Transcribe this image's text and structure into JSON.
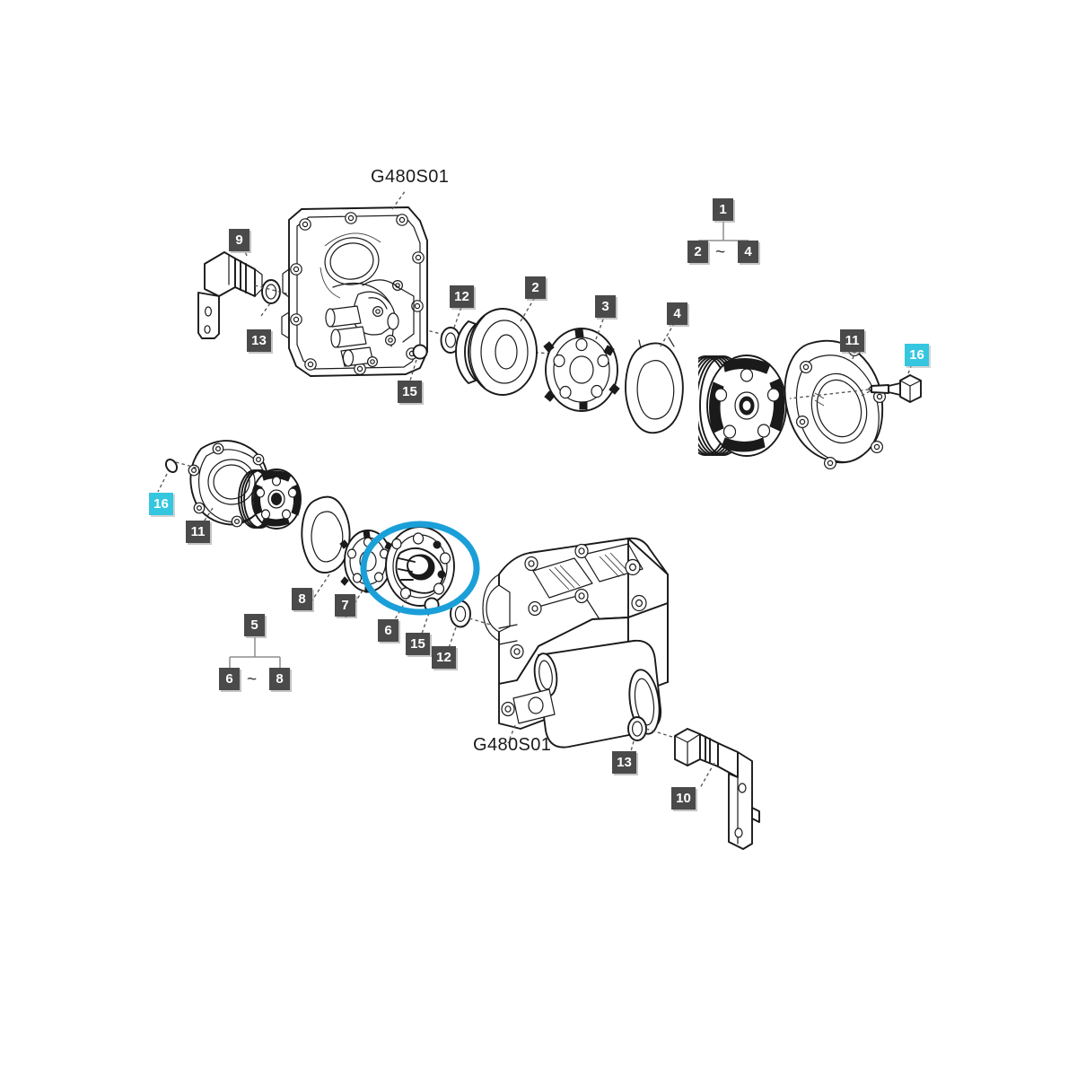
{
  "diagram": {
    "type": "exploded-parts-diagram",
    "subject": "Tractor PTO / clutch housing assembly",
    "background_color": "#ffffff",
    "line_color": "#1a1a1a",
    "label_box_color": "#4a4a4a",
    "label_text_color": "#ffffff",
    "highlight_color": "#1b9fd8",
    "highlight_label_color": "#35c6e0"
  },
  "part_numbers": [
    {
      "id": "partno-top",
      "text": "G480S01"
    },
    {
      "id": "partno-bottom",
      "text": "G480S01"
    }
  ],
  "callouts": [
    {
      "id": "callout-9",
      "text": "9",
      "style": "dark"
    },
    {
      "id": "callout-13-top",
      "text": "13",
      "style": "dark"
    },
    {
      "id": "callout-12-top",
      "text": "12",
      "style": "dark"
    },
    {
      "id": "callout-15-top",
      "text": "15",
      "style": "dark"
    },
    {
      "id": "callout-2",
      "text": "2",
      "style": "dark"
    },
    {
      "id": "callout-3",
      "text": "3",
      "style": "dark"
    },
    {
      "id": "callout-4",
      "text": "4",
      "style": "dark"
    },
    {
      "id": "callout-11-right",
      "text": "11",
      "style": "dark"
    },
    {
      "id": "callout-16-right",
      "text": "16",
      "style": "cyan"
    },
    {
      "id": "callout-16-left",
      "text": "16",
      "style": "cyan"
    },
    {
      "id": "callout-11-left",
      "text": "11",
      "style": "dark"
    },
    {
      "id": "callout-8",
      "text": "8",
      "style": "dark"
    },
    {
      "id": "callout-7",
      "text": "7",
      "style": "dark"
    },
    {
      "id": "callout-6",
      "text": "6",
      "style": "dark"
    },
    {
      "id": "callout-15-mid",
      "text": "15",
      "style": "dark"
    },
    {
      "id": "callout-12-mid",
      "text": "12",
      "style": "dark"
    },
    {
      "id": "callout-13-bot",
      "text": "13",
      "style": "dark"
    },
    {
      "id": "callout-10",
      "text": "10",
      "style": "dark"
    }
  ],
  "groups": [
    {
      "id": "group-1",
      "parent": "1",
      "range_from": "2",
      "separator": "~",
      "range_to": "4"
    },
    {
      "id": "group-5",
      "parent": "5",
      "range_from": "6",
      "separator": "~",
      "range_to": "8"
    }
  ],
  "highlight": {
    "shape": "ellipse",
    "target_callout": "6",
    "color": "#1b9fd8",
    "stroke_width": 7
  }
}
